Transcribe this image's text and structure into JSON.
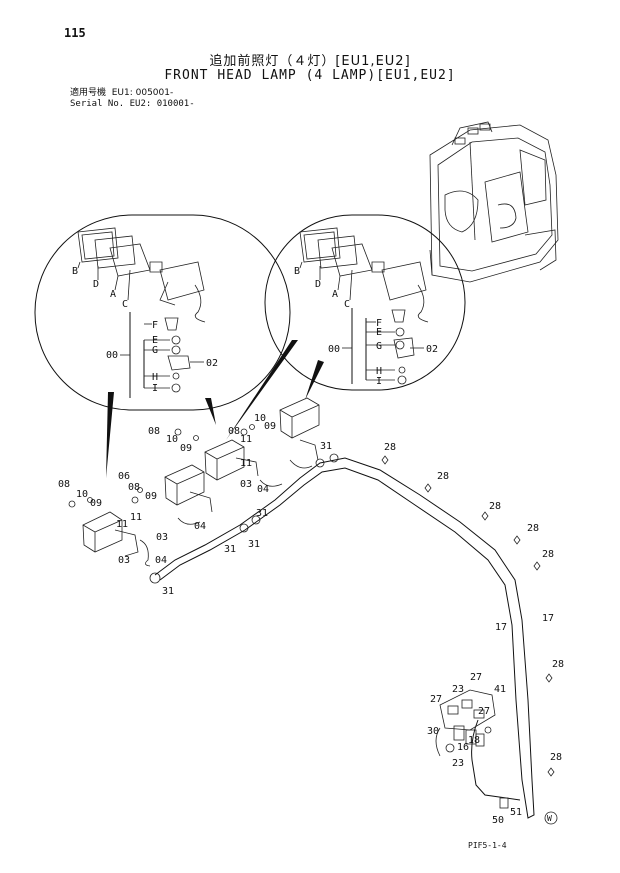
{
  "header": {
    "page_number": "115",
    "title_ja": "追加前照灯（４灯）[EU1,EU2]",
    "title_en": "FRONT HEAD LAMP (4 LAMP)[EU1,EU2]",
    "serial_line1": "適用号機  EU1: 005001-",
    "serial_line2": "Serial No. EU2: 010001-"
  },
  "callouts": {
    "left_detail": [
      "B",
      "D",
      "A",
      "C",
      "F",
      "E",
      "G",
      "H",
      "I",
      "00",
      "02"
    ],
    "right_detail": [
      "B",
      "D",
      "A",
      "C",
      "F",
      "E",
      "G",
      "H",
      "I",
      "00",
      "02"
    ],
    "main": [
      "08",
      "10",
      "09",
      "08",
      "10",
      "09",
      "11",
      "11",
      "03",
      "04",
      "08",
      "10",
      "09",
      "11",
      "03",
      "04",
      "06",
      "08",
      "09",
      "11",
      "03",
      "04",
      "31",
      "31",
      "31",
      "31",
      "31",
      "28",
      "28",
      "28",
      "28",
      "28",
      "28",
      "28",
      "17",
      "17",
      "27",
      "23",
      "41",
      "27",
      "27",
      "30",
      "16",
      "18",
      "23",
      "50",
      "51"
    ]
  },
  "footer": {
    "figure_code": "PIF5-1-4",
    "mark": "W"
  }
}
